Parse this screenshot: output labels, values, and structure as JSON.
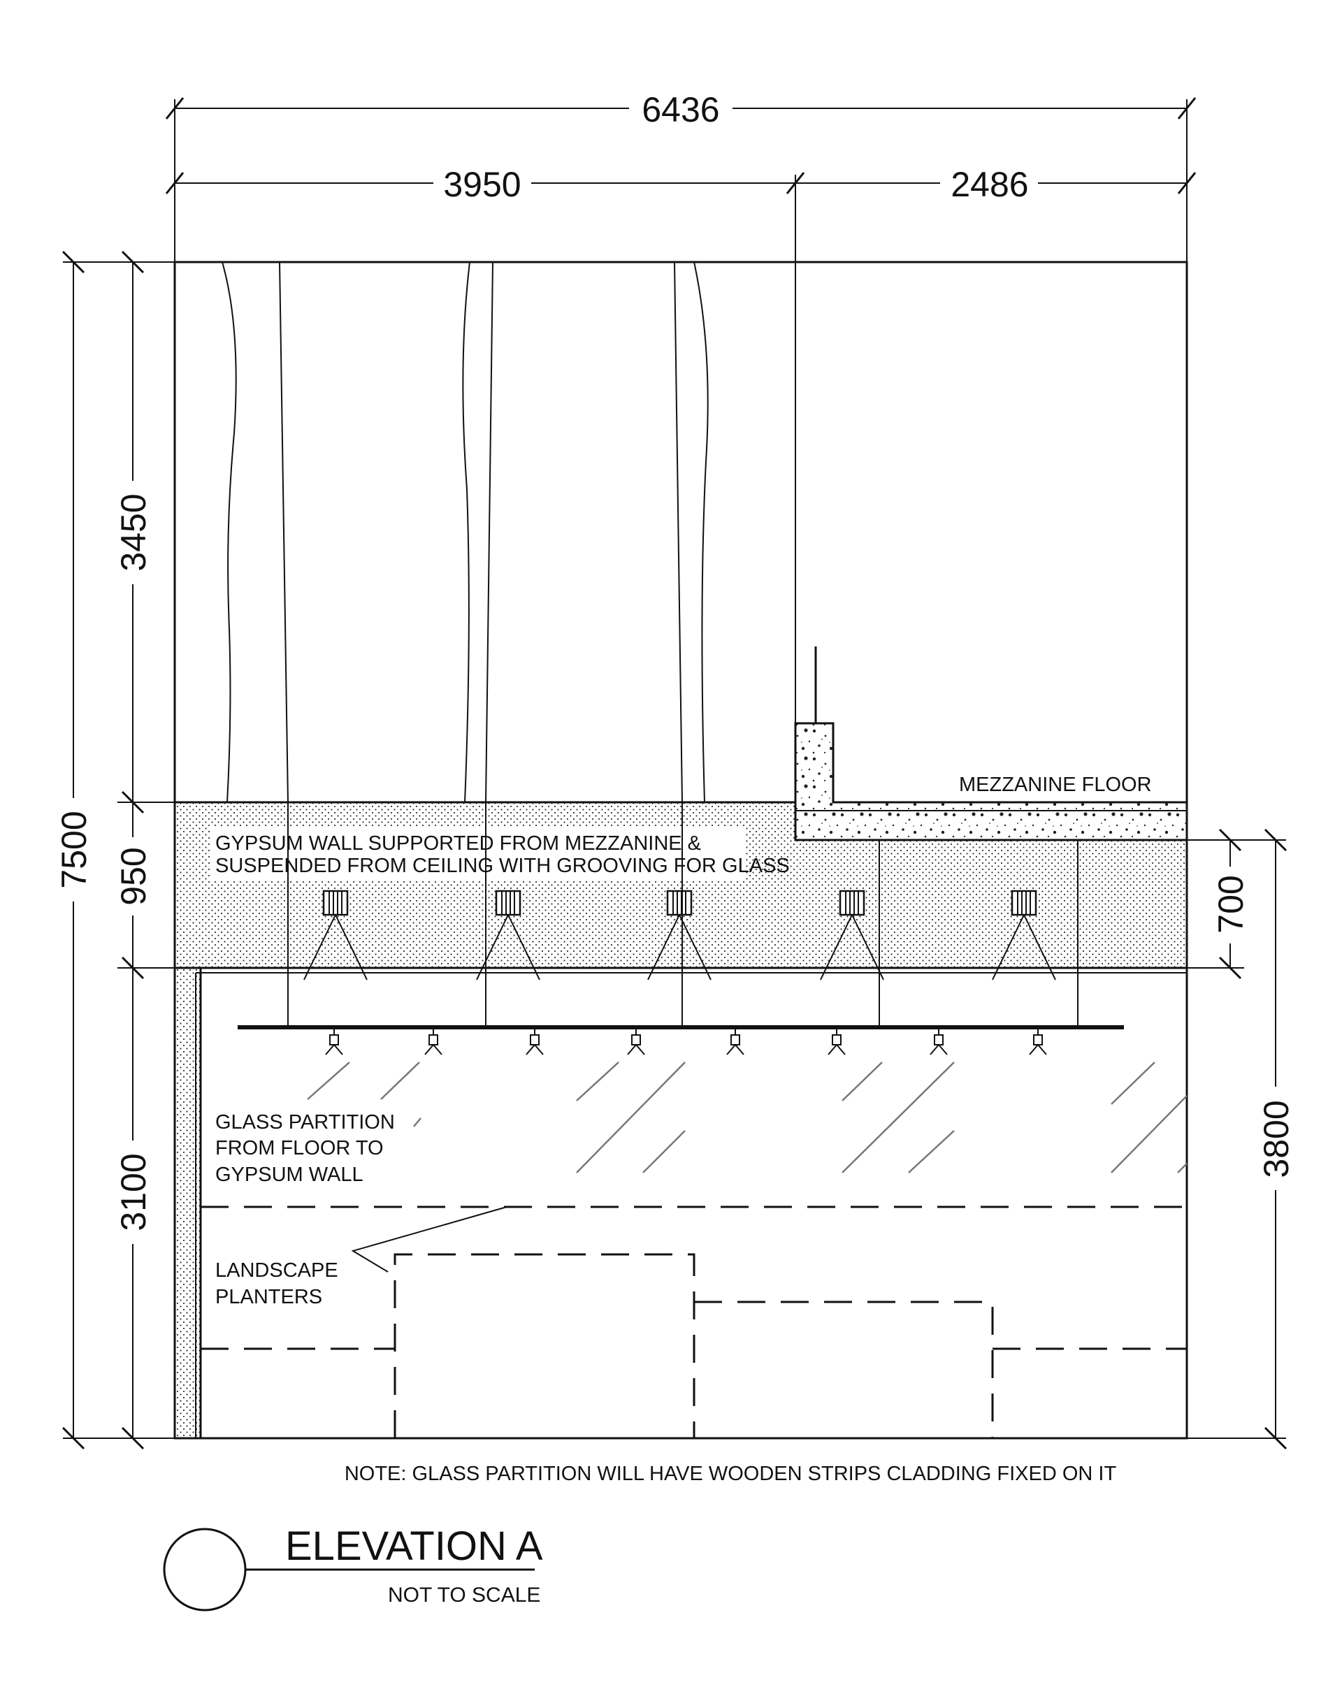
{
  "dimensions": {
    "overall_width": "6436",
    "left_width": "3950",
    "right_width": "2486",
    "overall_height": "7500",
    "upper_height": "3450",
    "gypsum_height": "950",
    "lower_height": "3100",
    "right_upper": "700",
    "right_lower": "3800"
  },
  "labels": {
    "mezzanine_floor": "MEZZANINE FLOOR",
    "gypsum_line1": "GYPSUM WALL SUPPORTED FROM MEZZANINE &",
    "gypsum_line2": "SUSPENDED FROM CEILING WITH GROOVING FOR GLASS",
    "glass_line1": "GLASS PARTITION",
    "glass_line2": "FROM FLOOR TO",
    "glass_line3": "GYPSUM WALL",
    "planters_line1": "LANDSCAPE",
    "planters_line2": "PLANTERS",
    "note": "NOTE: GLASS PARTITION WILL HAVE WOODEN STRIPS CLADDING FIXED ON IT"
  },
  "title_block": {
    "title": "ELEVATION A",
    "subtitle": "NOT TO SCALE"
  }
}
